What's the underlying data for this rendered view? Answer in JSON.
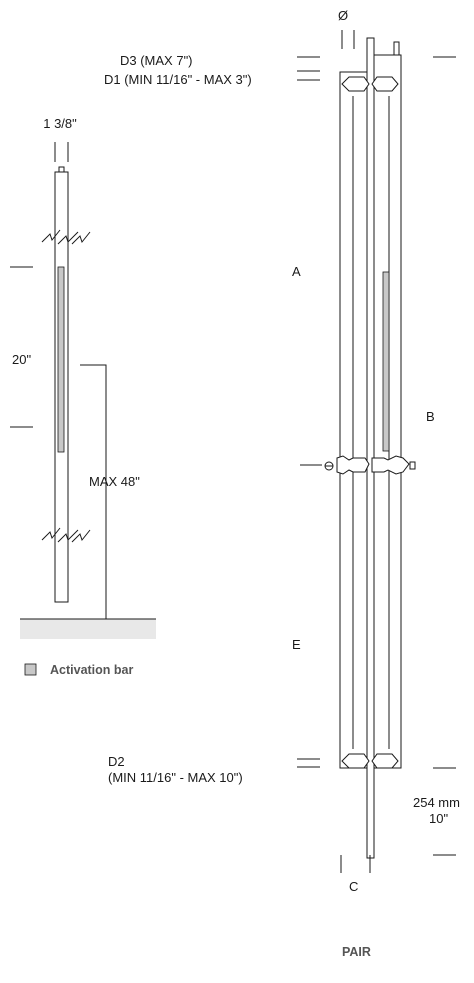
{
  "single_view": {
    "width_label": "1 3/8\"",
    "bar_height_label": "20\"",
    "max_height_label": "MAX 48\"",
    "legend_label": "Activation bar",
    "colors": {
      "activation_bar": "#c8c8c8",
      "floor": "#e8e8e8",
      "line": "#1a1a1a"
    }
  },
  "pair_view": {
    "diameter_label": "Ø",
    "d3_label": "D3 (MAX 7\")",
    "d1_label": "D1 (MIN 11/16\" - MAX 3\")",
    "a_label": "A",
    "b_label": "B",
    "e_label": "E",
    "d2_label": "D2",
    "d2_range_label": "(MIN 11/16\" - MAX 10\")",
    "mm_label": "254 mm",
    "inch_label": "10\"",
    "c_label": "C",
    "title": "PAIR"
  }
}
